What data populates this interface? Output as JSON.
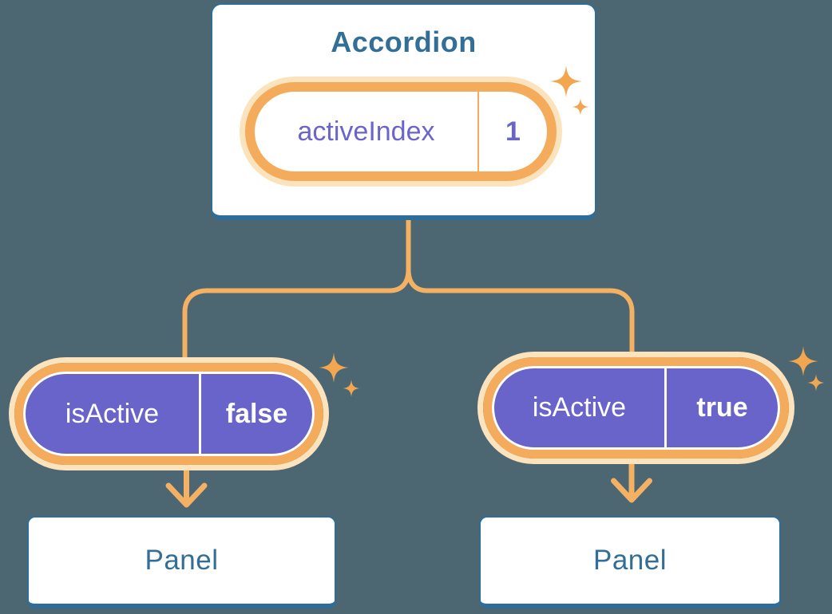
{
  "colors": {
    "background": "#4C6672",
    "card_border": "#2E6D99",
    "card_text": "#336E96",
    "pill_ring": "#F4AC5C",
    "pill_glow": "#FBE3BD",
    "connector": "#F5B163",
    "sparkle": "#F1A64F",
    "prop_pill_fill": "#6964C9",
    "state_text": "#6B64CB",
    "prop_text": "#FFFFFF"
  },
  "accordion": {
    "title": "Accordion",
    "state_pill": {
      "label": "activeIndex",
      "value": "1"
    }
  },
  "branches": [
    {
      "prop_pill": {
        "label": "isActive",
        "value": "false"
      },
      "panel": {
        "title": "Panel"
      }
    },
    {
      "prop_pill": {
        "label": "isActive",
        "value": "true"
      },
      "panel": {
        "title": "Panel"
      }
    }
  ]
}
